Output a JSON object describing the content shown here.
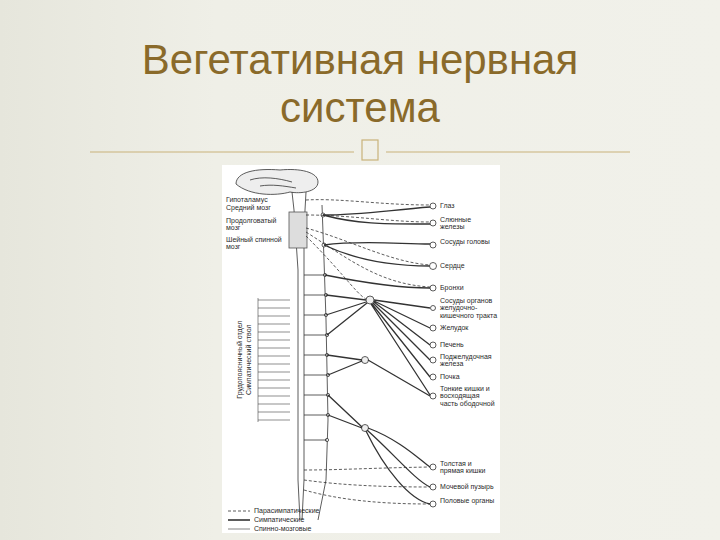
{
  "diagram": {
    "title": "Вегетативная нервная система",
    "labels": [
      "Гипоталамус",
      "Средний мозг",
      "Продолговатый мозг",
      "Шейный спинной мозг",
      "Грудопоясничный отдел",
      "Симпатический ствол",
      "Глаз",
      "Слюнные железы",
      "Сосуды головы",
      "Сердце",
      "Бронхи",
      "Сосуды органов желудочно-кишечного тракта",
      "Желудок",
      "Печень",
      "Поджелудочная железа",
      "Почка",
      "Тонкие кишки и восходящая часть ободочной",
      "Толстая и прямая кишки",
      "Мочевой пузырь",
      "Половые органы"
    ],
    "legend": [
      {
        "text": "Парасимпатические"
      },
      {
        "text": "Симпатические"
      },
      {
        "text": "Спинно-мозговые"
      }
    ]
  }
}
